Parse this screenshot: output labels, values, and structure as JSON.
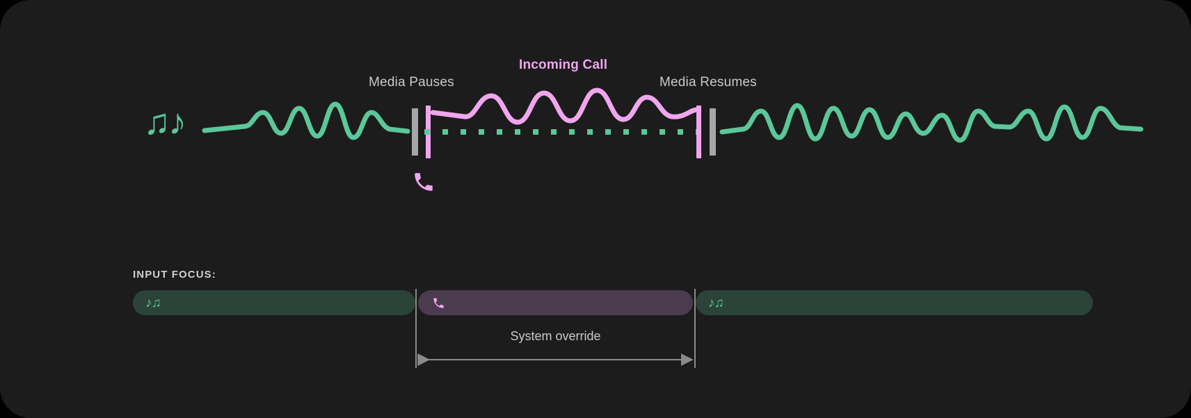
{
  "theme": {
    "page_background": "#000000",
    "card_background": "#1c1c1c",
    "media_accent": "#5bc79a",
    "call_accent": "#f0a6ee",
    "marker_gray": "#a6a6a6",
    "label_text": "#c9c9c9",
    "media_bar_fill": "#2b4339",
    "call_bar_fill": "#4a3b4e",
    "guide_line": "#8a8a8a"
  },
  "timeline": {
    "labels": {
      "media_pauses": "Media Pauses",
      "incoming_call": "Incoming Call",
      "media_resumes": "Media Resumes"
    },
    "icons": {
      "media_notes": "music-notes-icon",
      "incoming_call_phone": "phone-icon"
    },
    "segments": [
      {
        "name": "media-playing-before",
        "state": "playing",
        "accent": "#5bc79a"
      },
      {
        "name": "call-active",
        "state": "call",
        "accent": "#f0a6ee"
      },
      {
        "name": "media-playing-after",
        "state": "playing",
        "accent": "#5bc79a"
      }
    ],
    "muted_track_style": "dotted"
  },
  "focus": {
    "heading": "INPUT FOCUS:",
    "bars": [
      {
        "name": "media",
        "icon": "music-notes-icon",
        "fill": "#2b4339"
      },
      {
        "name": "call",
        "icon": "phone-icon",
        "fill": "#4a3b4e"
      },
      {
        "name": "media",
        "icon": "music-notes-icon",
        "fill": "#2b4339"
      }
    ],
    "override_label": "System override",
    "override_measure": "double-arrow"
  },
  "glyphs": {
    "music_notes_large": "♫♪",
    "music_notes_small": "♪♫"
  }
}
